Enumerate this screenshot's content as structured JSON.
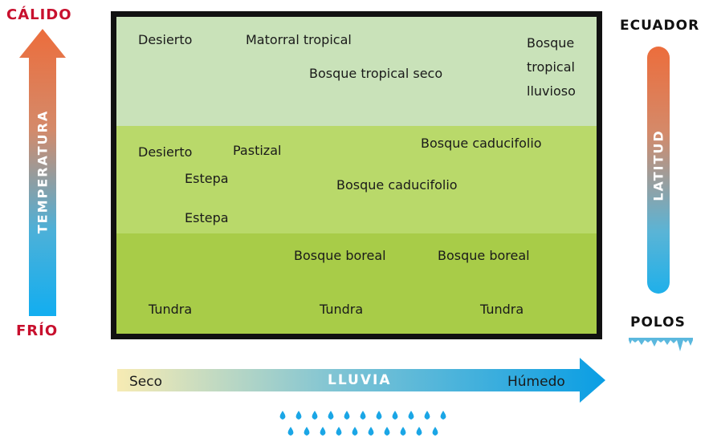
{
  "temperature_axis": {
    "top_label": "CÁLIDO",
    "bottom_label": "FRÍO",
    "axis_label": "TEMPERATURA"
  },
  "latitude_axis": {
    "top_label": "ECUADOR",
    "bottom_label": "POLOS",
    "axis_label": "LATITUD"
  },
  "rain_axis": {
    "left_label": "Seco",
    "center_label": "LLUVIA",
    "right_label": "Húmedo"
  },
  "zones": {
    "hot": {
      "biomes": [
        "Desierto",
        "Matorral tropical",
        "Bosque tropical seco",
        "Bosque\ntropical\nlluvioso"
      ]
    },
    "temperate": {
      "biomes": [
        "Desierto",
        "Pastizal",
        "Estepa",
        "Estepa",
        "Bosque caducifolio",
        "Bosque caducifolio"
      ]
    },
    "cold": {
      "biomes": [
        "Bosque boreal",
        "Bosque boreal",
        "Tundra",
        "Tundra",
        "Tundra"
      ]
    }
  },
  "colors": {
    "hot_label": "#c8102e",
    "arrow_top": "#ec6d3c",
    "arrow_bottom": "#12aef0",
    "zone_hot": "#c9e2b9",
    "zone_temperate": "#b9d96a",
    "zone_cold": "#a8cc48",
    "dry": "#f7ebb3",
    "wet": "#0a9ee4",
    "drop": "#1aa6e6"
  },
  "icons": [
    "up-arrow-icon",
    "right-arrow-icon",
    "rain-drops-icon",
    "ice-icicles-icon"
  ]
}
